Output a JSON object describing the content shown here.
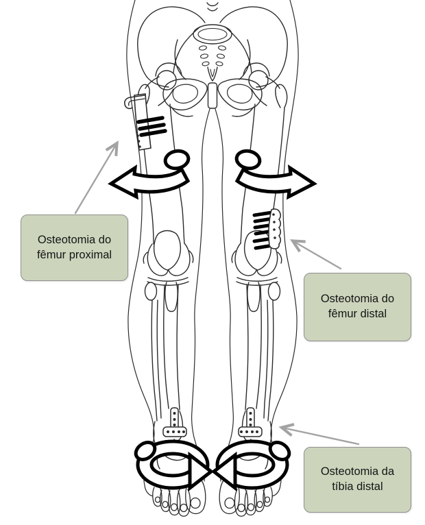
{
  "callouts": [
    {
      "id": "proximal-femur-osteotomy",
      "label": "Osteotomia do\nfêmur proximal"
    },
    {
      "id": "distal-femur-osteotomy",
      "label": "Osteotomia do\nfêmur distal"
    },
    {
      "id": "distal-tibia-osteotomy",
      "label": "Osteotomia da\ntíbia distal"
    }
  ],
  "colors": {
    "callout_fill": "#ccd5bc",
    "callout_border": "#8f8f8f",
    "pointer_arrow": "#a3a3a3",
    "line_art": "#2b2b2b",
    "implant": "#000000",
    "background": "#ffffff"
  }
}
